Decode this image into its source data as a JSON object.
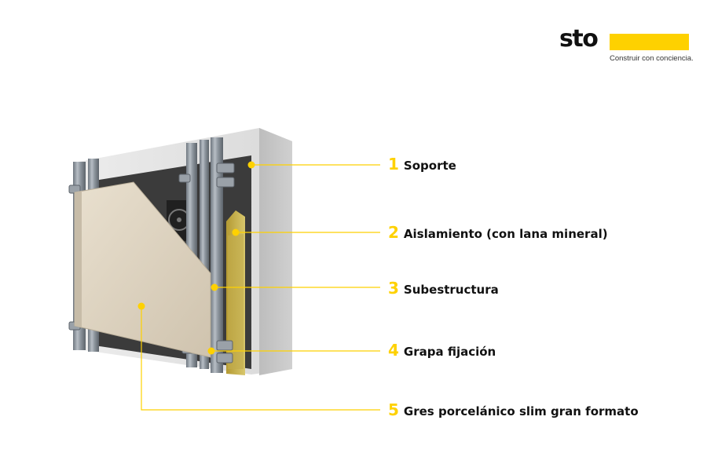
{
  "colors": {
    "accent": "#fed100",
    "wall": "#d6d6d6",
    "insulation": "#c9b44e",
    "metal": "#8a9198",
    "tile": "#ddd2c0",
    "dark_membrane": "#3a3a3a"
  },
  "logo": {
    "wordmark": "sto",
    "tagline": "Construir con conciencia."
  },
  "callouts": [
    {
      "number": "1",
      "label": "Soporte"
    },
    {
      "number": "2",
      "label": "Aislamiento (con lana mineral)"
    },
    {
      "number": "3",
      "label": "Subestructura"
    },
    {
      "number": "4",
      "label": "Grapa fijación"
    },
    {
      "number": "5",
      "label": "Gres porcelánico slim gran formato"
    }
  ]
}
